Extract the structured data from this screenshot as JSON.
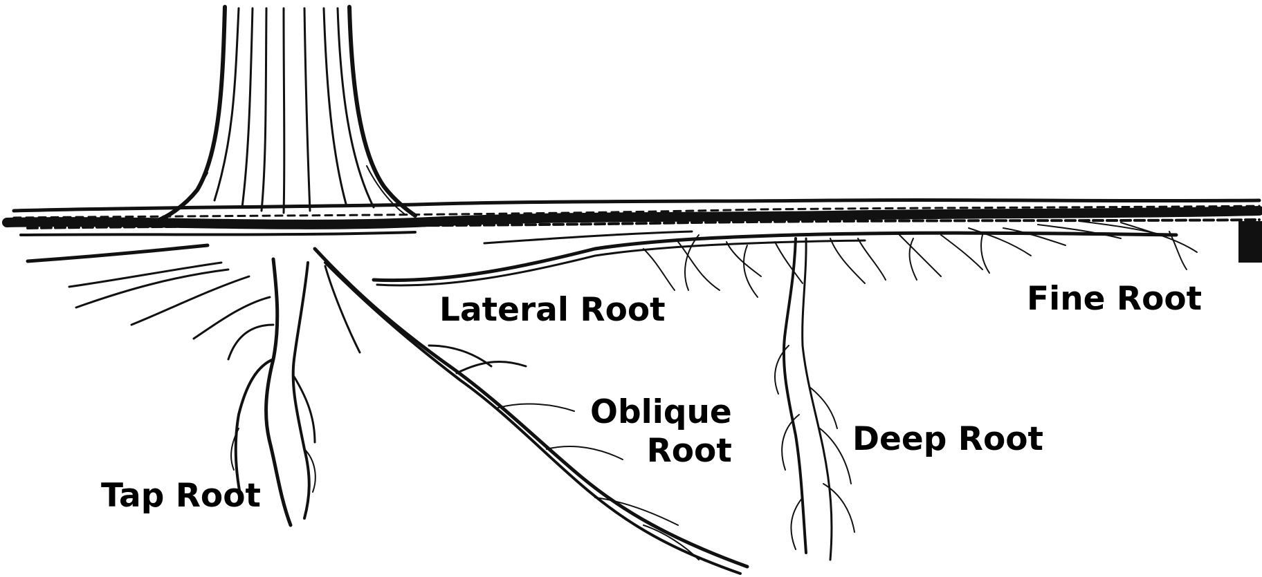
{
  "labels": {
    "lateral_root": "Lateral Root",
    "fine_root": "Fine Root",
    "oblique_root_line1": "Oblique",
    "oblique_root_line2": "Root",
    "deep_root": "Deep Root",
    "tap_root": "Tap Root"
  },
  "colors": {
    "ink": "#111111",
    "background": "#ffffff"
  }
}
